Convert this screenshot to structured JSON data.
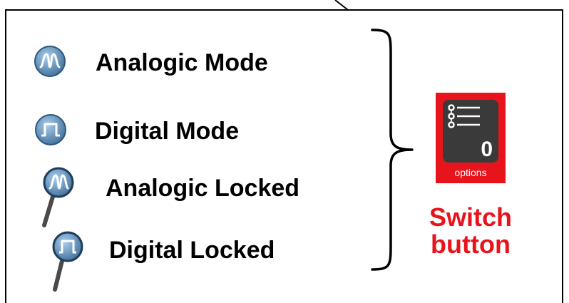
{
  "modes": [
    {
      "label": "Analogic Mode",
      "icon": "analog-wave-icon"
    },
    {
      "label": "Digital Mode",
      "icon": "digital-square-wave-icon"
    },
    {
      "label": "Analogic Locked",
      "icon": "analog-magnifier-icon"
    },
    {
      "label": "Digital Locked",
      "icon": "digital-magnifier-icon"
    }
  ],
  "switch_button": {
    "count": "0",
    "caption": "options",
    "label_line1": "Switch",
    "label_line2": "button",
    "accent_color": "#e8141c",
    "tile_color": "#3a3a3a"
  },
  "icon_colors": {
    "ring": "#3f6f9a",
    "fill": "#5b93c4",
    "handle": "#4a4a4a"
  }
}
